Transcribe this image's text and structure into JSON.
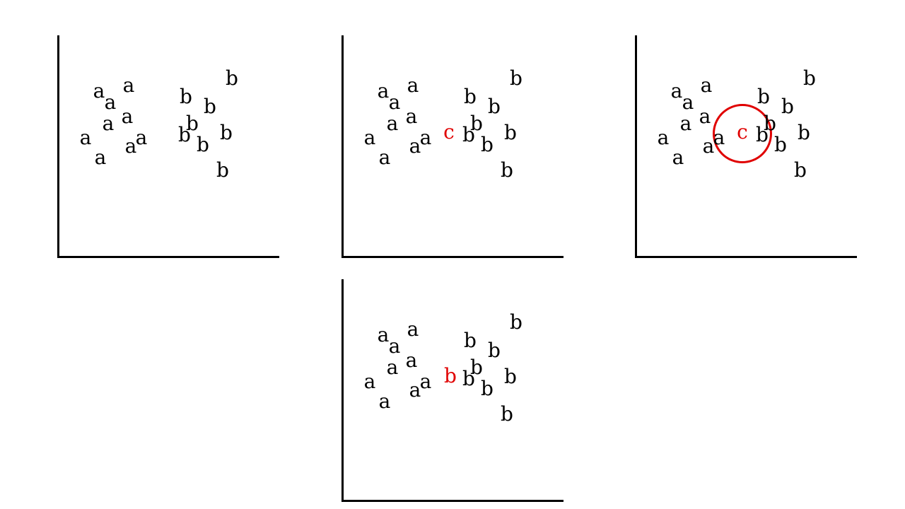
{
  "label_a": "a",
  "label_b": "b",
  "label_c": "c",
  "highlight_color": "#e00000",
  "panels": [
    {
      "name": "panel-training-data",
      "query": null,
      "neighborhood_circle": false
    },
    {
      "name": "panel-query-point",
      "query": "c",
      "neighborhood_circle": false
    },
    {
      "name": "panel-neighborhood",
      "query": "c",
      "neighborhood_circle": true
    },
    {
      "name": "panel-classified",
      "query": "b",
      "neighborhood_circle": false
    }
  ]
}
